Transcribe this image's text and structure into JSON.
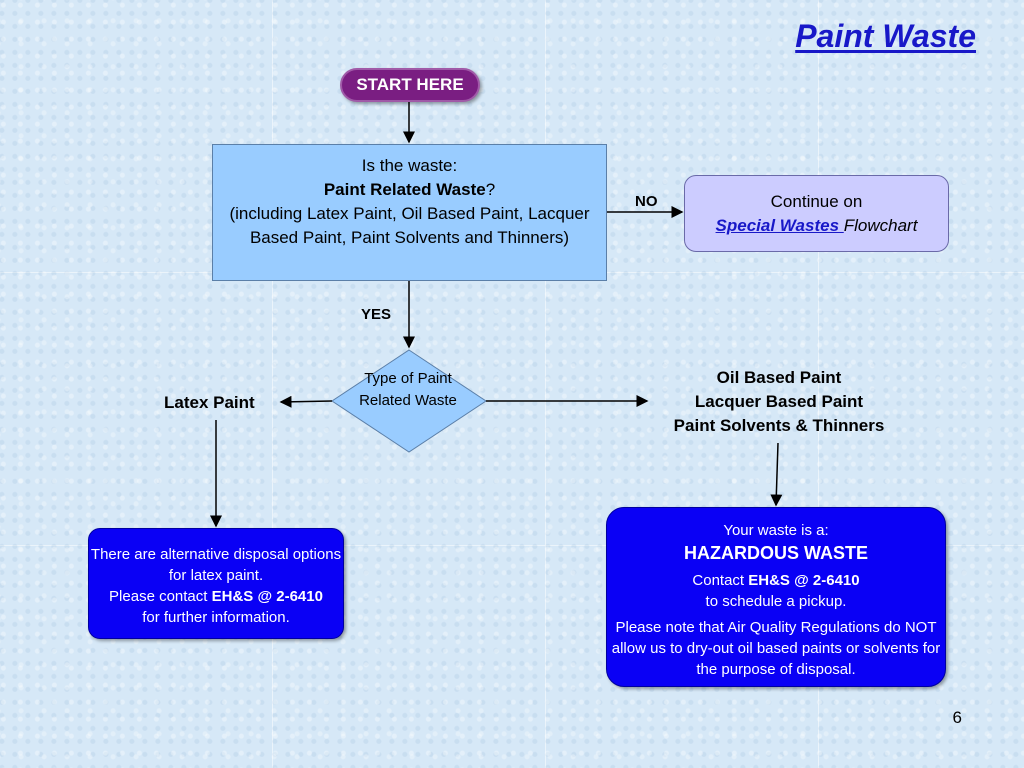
{
  "title": "Paint Waste",
  "start": "START HERE",
  "question": {
    "line1": "Is the waste:",
    "bold": "Paint Related Waste",
    "qmark": "?",
    "detail": "(including Latex Paint, Oil Based Paint, Lacquer Based Paint, Paint Solvents and Thinners)"
  },
  "no_label": "NO",
  "yes_label": "YES",
  "continue_box": {
    "line1": "Continue on",
    "link": "Special Wastes ",
    "suffix": "Flowchart"
  },
  "diamond": {
    "text": "Type of Paint Related Waste"
  },
  "latex_label": "Latex Paint",
  "oil_group": [
    "Oil Based Paint",
    "Lacquer Based Paint",
    "Paint Solvents & Thinners"
  ],
  "latex_box": {
    "line1": "There are alternative disposal options for latex paint.",
    "contact_prefix": "Please contact ",
    "contact_bold": "EH&S @ 2-6410",
    "line3": "for further information."
  },
  "hazard_box": {
    "intro": "Your waste is a:",
    "headline": "HAZARDOUS WASTE",
    "contact_prefix": "Contact ",
    "contact_bold": "EH&S @ 2-6410",
    "pickup": "to schedule a pickup.",
    "note": "Please note that Air Quality Regulations do NOT allow us to dry-out oil based paints or solvents for the purpose of disposal."
  },
  "page_number": "6",
  "colors": {
    "start_fill": "#7a1e82",
    "question_fill": "#99ccff",
    "continue_fill": "#ccccff",
    "outcome_fill": "#0a00f5",
    "title": "#1818c8"
  }
}
